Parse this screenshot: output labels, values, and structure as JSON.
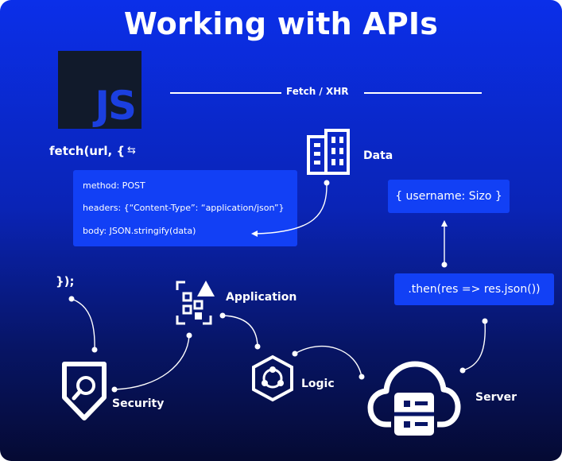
{
  "title": "Working with APIs",
  "logo": {
    "text": "JS"
  },
  "transport": {
    "label": "Fetch / XHR"
  },
  "code": {
    "fetch_call": "fetch(url, {",
    "swap_symbol": "⇆",
    "options": [
      "method: POST",
      "headers: {“Content-Type”:  “application/json”}",
      "body:   JSON.stringify(data)"
    ],
    "closing": "});"
  },
  "nodes": {
    "data": "Data",
    "application": "Application",
    "logic": "Logic",
    "security": "Security",
    "server": "Server"
  },
  "response": {
    "json_object": "{ username: Sizo }",
    "then_call": ".then(res => res.json())"
  },
  "colors": {
    "bg_top": "#0b2fe9",
    "bg_bottom": "#050a33",
    "box": "#1240f5",
    "logo_bg": "#111a2b",
    "logo_text": "#1b3fe0"
  },
  "icons": {
    "data": "building-icon",
    "application": "app-grid-icon",
    "logic": "hexagon-network-icon",
    "security": "shield-search-icon",
    "server": "cloud-server-icon"
  }
}
